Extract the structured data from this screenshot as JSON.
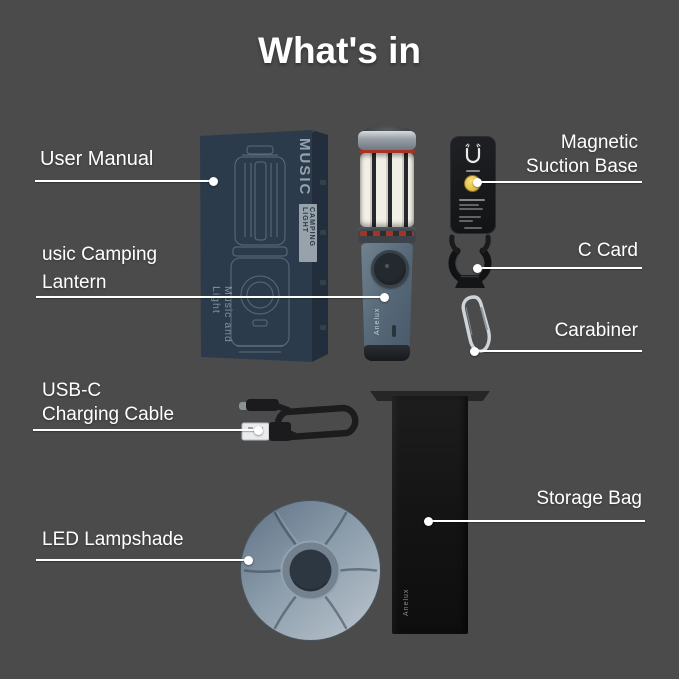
{
  "title": "What's in",
  "background": "#4b4b4b",
  "colors": {
    "line_white": "#ffffff",
    "box_navy": "#2c3b4b",
    "accent_red": "#a93226",
    "button_yellow": "#e9c94a",
    "lampshade_blue_gray": "#7d8fa0"
  },
  "brand_text": "Anelux",
  "box": {
    "side_title": "MUSIC",
    "side_badge": "CAMPING LIGHT",
    "front_tagline": "Music and Light"
  },
  "items": {
    "user_manual": {
      "label": "User Manual"
    },
    "camping_lantern": {
      "label_line1": "usic Camping",
      "label_line2": "Lantern"
    },
    "usb_cable": {
      "label_line1": "USB-C",
      "label_line2": "Charging Cable"
    },
    "led_lampshade": {
      "label": "LED Lampshade"
    },
    "magnetic_base": {
      "label_line1": "Magnetic",
      "label_line2": "Suction Base"
    },
    "c_card": {
      "label": "C Card"
    },
    "carabiner": {
      "label": "Carabiner"
    },
    "storage_bag": {
      "label": "Storage Bag"
    }
  }
}
